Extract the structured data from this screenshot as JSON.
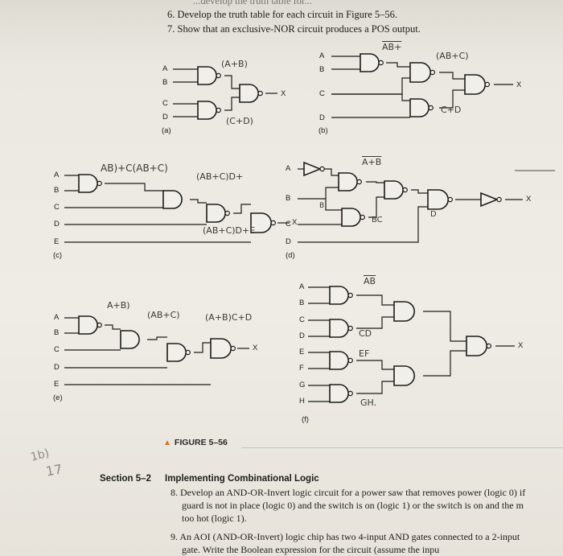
{
  "header": {
    "cropped_title": "...develop the truth table for..."
  },
  "questions": {
    "q6": "6. Develop the truth table for each circuit in Figure 5–56.",
    "q7": "7. Show that an exclusive-NOR circuit produces a POS output."
  },
  "figure": {
    "caption_prefix": "▲",
    "caption": "FIGURE 5–56",
    "parts": {
      "a": {
        "label": "(a)",
        "inputs": [
          "A",
          "B",
          "C",
          "D"
        ],
        "output": "X"
      },
      "b": {
        "label": "(b)",
        "inputs": [
          "A",
          "B",
          "C",
          "D"
        ],
        "output": "X"
      },
      "c": {
        "label": "(c)",
        "inputs": [
          "A",
          "B",
          "C",
          "D",
          "E"
        ],
        "output": "X"
      },
      "d": {
        "label": "(d)",
        "inputs": [
          "A",
          "B",
          "C",
          "D"
        ],
        "output": "X"
      },
      "e": {
        "label": "(e)",
        "inputs": [
          "A",
          "B",
          "C",
          "D",
          "E"
        ],
        "output": "X"
      },
      "f": {
        "label": "(f)",
        "inputs": [
          "A",
          "B",
          "C",
          "D",
          "E",
          "F",
          "G",
          "H"
        ],
        "output": "X"
      }
    }
  },
  "handwriting": {
    "a1": "(A+B)",
    "a2": "(C+D)",
    "b1": "AB+",
    "b2": "(AB+C)",
    "b3": "C+D",
    "c1": "AB)+C(AB+C)",
    "c2": "(AB+C)D+",
    "c3": "(AB+C)D+E",
    "d1": "A+B",
    "d2": "B",
    "d3": "BC",
    "d4": "D",
    "e1": "A+B)",
    "e2": "(AB+C)",
    "e3": "(A+B)C+D",
    "f1": "AB",
    "f2": "CD",
    "f3": "EF",
    "f4": "GH.",
    "margin1": "1b)",
    "margin2": "17"
  },
  "section": {
    "label": "Section 5–2",
    "title": "Implementing Combinational Logic",
    "q8_lines": [
      "8. Develop an AND-OR-Invert logic circuit for a power saw that removes power (logic 0) if",
      "guard is not in place (logic 0) and the switch is on (logic 1) or the switch is on and the m",
      "too hot (logic 1)."
    ],
    "q9_lines": [
      "9. An AOI (AND-OR-Invert) logic chip has two 4-input AND gates connected to a 2-input",
      "gate. Write the Boolean expression for the circuit (assume the inpu"
    ]
  }
}
